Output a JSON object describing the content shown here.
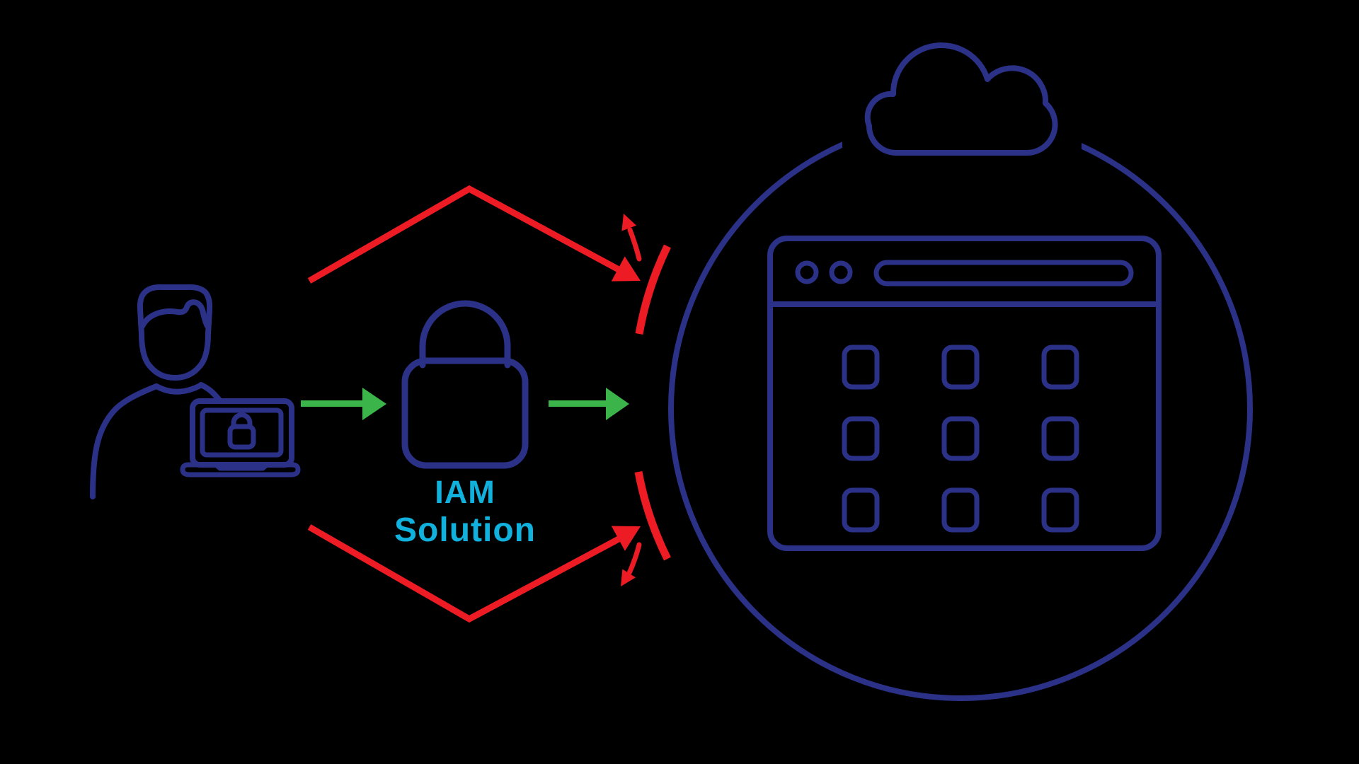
{
  "diagram": {
    "title": "IAM Solution access diagram",
    "label": {
      "line1": "IAM",
      "line2": "Solution"
    },
    "colors": {
      "navy": "#2b3187",
      "red": "#ed1c24",
      "green": "#3bb54a",
      "cyan": "#10b1dc",
      "background": "#000000"
    },
    "icons": [
      "user-at-laptop-icon",
      "padlock-icon",
      "cloud-icon",
      "app-grid-window-icon"
    ],
    "semantics": {
      "green_arrows": "authorized access flow through IAM solution",
      "red_arrows": "unauthorized access attempts deflected at boundary"
    }
  }
}
